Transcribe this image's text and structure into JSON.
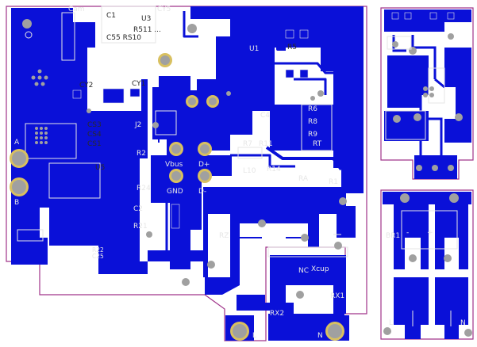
{
  "colors": {
    "copper": "#0a10d8",
    "outline": "#a0348a",
    "silk": "#e6e6e6",
    "pad": "#a0a0a0",
    "pad_ring": "#d8c060",
    "background": "#ffffff"
  },
  "labels": {
    "l_cam": "Cam",
    "l_c1": "C1",
    "l_u3": "U3",
    "l_cy5": "CY5",
    "l_r511": "R511 ...",
    "l_c55": "C55 RS10",
    "l_cy2": "CY2",
    "l_cy1": "CY1",
    "l_cs3": "CS3",
    "l_cs4": "CS4",
    "l_cs1": "CS1",
    "l_a": "A",
    "l_b": "B",
    "l_u5": "U5",
    "l_j2": "J2",
    "l_r2": "R2",
    "l_r24": "R24",
    "l_c2": "C2",
    "l_r21": "R21",
    "l_r22": "R22",
    "l_c25": "C25",
    "l_vbus": "Vbus",
    "l_gnd": "GND",
    "l_dp": "D+",
    "l_dm": "D-",
    "l_r7": "R7",
    "l_r11": "R11",
    "l_r14": "R14",
    "l_l10": "L10",
    "l_r5": "R5",
    "l_u1": "U1",
    "l_c4": "C4",
    "l_r6": "R6",
    "l_r8": "R8",
    "l_r9": "R9",
    "l_r1": "R1",
    "l_rt": "RT",
    "l_ra": "RA",
    "l_rz": "RZ",
    "l_nc": "NC",
    "l_xcup": "Xcup",
    "l_rx1": "RX1",
    "l_rx2": "RX2",
    "l_l": "L",
    "l_n": "N",
    "l_br1": "BR1",
    "l_plus": "+",
    "l_minus": "-",
    "l_sm_l": "L",
    "l_sm_n": "N"
  }
}
